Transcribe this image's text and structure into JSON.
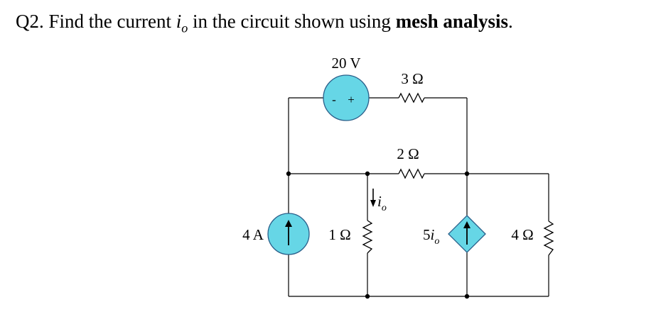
{
  "question": {
    "prefix": "Q2. Find the current ",
    "var_base": "i",
    "var_sub": "o",
    "middle": " in the circuit shown using ",
    "emphasis": "mesh analysis",
    "suffix": "."
  },
  "circuit": {
    "voltage_source": {
      "value": "20 V",
      "minus": "-",
      "plus": "+",
      "icon": "voltage-source-icon"
    },
    "resistor_3": {
      "value": "3 Ω",
      "icon": "resistor-zigzag-icon"
    },
    "resistor_2": {
      "value": "2 Ω",
      "icon": "resistor-zigzag-icon"
    },
    "resistor_1": {
      "value": "1 Ω",
      "icon": "resistor-zigzag-icon"
    },
    "resistor_4": {
      "value": "4 Ω",
      "icon": "resistor-zigzag-icon"
    },
    "current_source": {
      "value": "4 A",
      "icon": "current-source-arrow-up-icon"
    },
    "dependent_source": {
      "coef": "5",
      "var": "i",
      "sub": "o",
      "icon": "dependent-current-source-diamond-icon"
    },
    "current_label": {
      "var": "i",
      "sub": "o",
      "icon": "arrow-down-icon"
    },
    "colors": {
      "source_fill": "#66d6e6",
      "source_outline": "#2a5f8a"
    }
  }
}
